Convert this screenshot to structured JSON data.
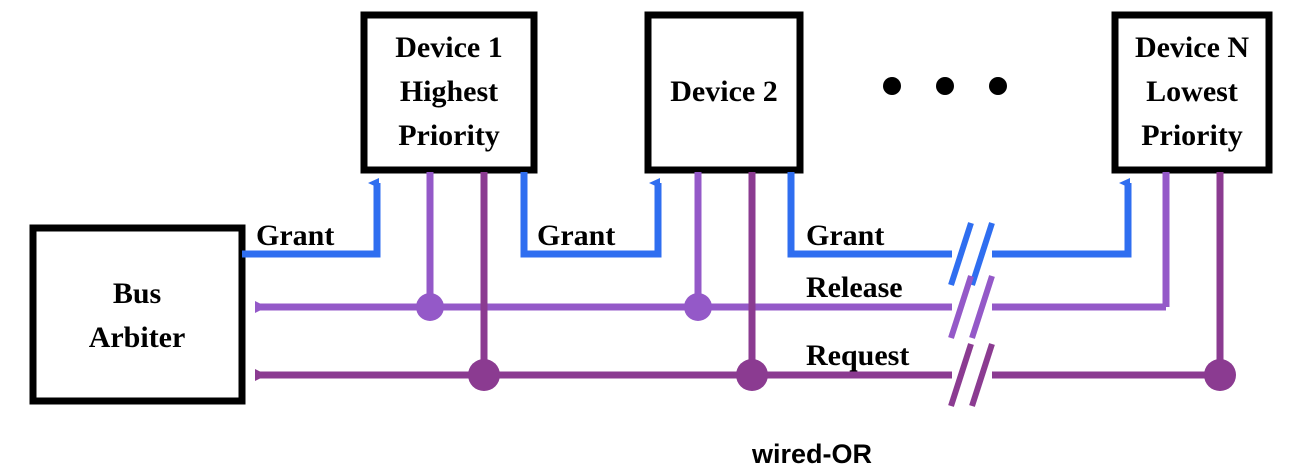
{
  "diagram": {
    "title_note": "wired-OR",
    "colors": {
      "grant": "#2f6ef0",
      "release": "#9459c8",
      "request": "#8b3b91",
      "box_stroke": "#000000",
      "background": "#ffffff",
      "text": "#000000"
    },
    "arbiter": {
      "line1": "Bus",
      "line2": "Arbiter"
    },
    "devices": [
      {
        "id": "device-1",
        "line1": "Device 1",
        "line2": "Highest",
        "line3": "Priority"
      },
      {
        "id": "device-2",
        "line1": "Device 2",
        "line2": "",
        "line3": ""
      },
      {
        "id": "device-n",
        "line1": "Device N",
        "line2": "Lowest",
        "line3": "Priority"
      }
    ],
    "ellipsis": "• • •",
    "signals": {
      "grant": "Grant",
      "release": "Release",
      "request": "Request"
    },
    "grant_labels": [
      "Grant",
      "Grant",
      "Grant"
    ],
    "break_mark": "//"
  }
}
